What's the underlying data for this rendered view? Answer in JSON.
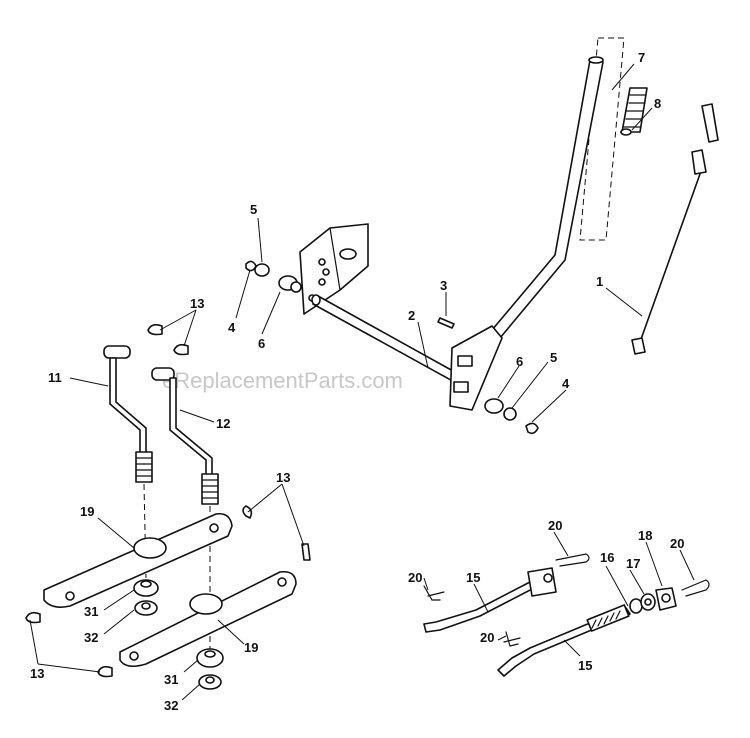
{
  "watermark": "eReplacementParts.com",
  "callouts": {
    "c1": "1",
    "c2": "2",
    "c3": "3",
    "c4a": "4",
    "c4b": "4",
    "c5a": "5",
    "c5b": "5",
    "c6a": "6",
    "c6b": "6",
    "c7": "7",
    "c8": "8",
    "c11": "11",
    "c12": "12",
    "c13a": "13",
    "c13b": "13",
    "c13c": "13",
    "c15a": "15",
    "c15b": "15",
    "c16": "16",
    "c17": "17",
    "c18": "18",
    "c19a": "19",
    "c19b": "19",
    "c20a": "20",
    "c20b": "20",
    "c20c": "20",
    "c20d": "20",
    "c31a": "31",
    "c31b": "31",
    "c32a": "32",
    "c32b": "32"
  }
}
